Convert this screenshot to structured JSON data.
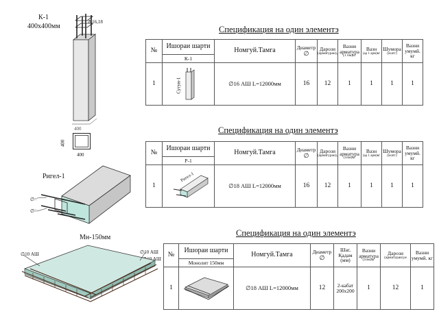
{
  "column": {
    "label": "К-1",
    "size": "400x400мм",
    "bar_callout": "16,18",
    "section_dim_top": "400",
    "section_dim_side": "400",
    "section_dim_bottom": "400"
  },
  "beam": {
    "label": "Ригел-1",
    "callout_top": "∅=",
    "callout_bottom": "∅=",
    "body_text": "Ригел-1"
  },
  "slab": {
    "label": "Мн-150мм",
    "callout_left": "∅10 АШ",
    "callout_right_1": "∅10 АШ",
    "callout_right_2": "∅10 АШ"
  },
  "spec1": {
    "title": "Спецификация на один элементэ",
    "headers": {
      "num": "№",
      "mark": "Ишораи шарти",
      "name": "Номгуй.Тамга",
      "diameter": "Диаметр",
      "diameter_sym": "∅",
      "length": "Дарози",
      "length_sub": "(арматураи),м",
      "weight_rebar": "Вазни арматура",
      "weight_rebar_sub": "(1 пм)кг",
      "weight_one": "Вазн",
      "weight_one_sub": "(ад 1 арм)кг",
      "count": "Шумора",
      "count_sub": "(ахатг)",
      "total": "Вазни умумӣ. кг"
    },
    "sub_mark": "К-1",
    "sketch_text": "Сутун-1",
    "row": {
      "num": "1",
      "name": "∅16 АШ    L=12000мм",
      "diameter": "16",
      "length": "12",
      "weight_rebar": "1",
      "weight_one": "1",
      "count": "1",
      "total": "1"
    }
  },
  "spec2": {
    "title": "Спецификация на один элементэ",
    "headers": {
      "num": "№",
      "mark": "Ишораи шарти",
      "name": "Номгуй.Тамга",
      "diameter": "Диаметр",
      "diameter_sym": "∅",
      "length": "Дарози",
      "length_sub": "(арматураи),м",
      "weight_rebar": "Вазни арматура",
      "weight_rebar_sub": "(1пм)кг",
      "weight_one": "Вазн",
      "weight_one_sub": "(ад 1 арм)кг",
      "count": "Шумора",
      "count_sub": "(ахатг)",
      "total": "Вазни умумӣ. кг"
    },
    "sub_mark": "Р-1",
    "sketch_text": "Ригел-1",
    "row": {
      "num": "1",
      "name": "∅18 АШ    L=12000мм",
      "diameter": "16",
      "length": "12",
      "weight_rebar": "1",
      "weight_one": "1",
      "count": "1",
      "total": "1"
    }
  },
  "spec3": {
    "title": "Спецификация на один элементэ",
    "headers": {
      "num": "№",
      "mark": "Ишораи шарти",
      "name": "Номгуй.Тамга",
      "diameter": "Диаметр",
      "diameter_sym": "∅",
      "step": "Шаг, Қадам (мм)",
      "weight_rebar": "Вазни арматура",
      "weight_rebar_sub": "(1пм)кг",
      "length": "Дарози",
      "length_sub": "(арматураи),м",
      "total": "Вазни умумӣ. кг"
    },
    "sub_mark": "Монолит 150мм",
    "row": {
      "num": "1",
      "name": "∅18 АШ    L=12000мм",
      "diameter": "12",
      "step_1": "2-кабат",
      "step_2": "200x200",
      "weight_rebar": "1",
      "length": "12",
      "total": "1"
    }
  }
}
